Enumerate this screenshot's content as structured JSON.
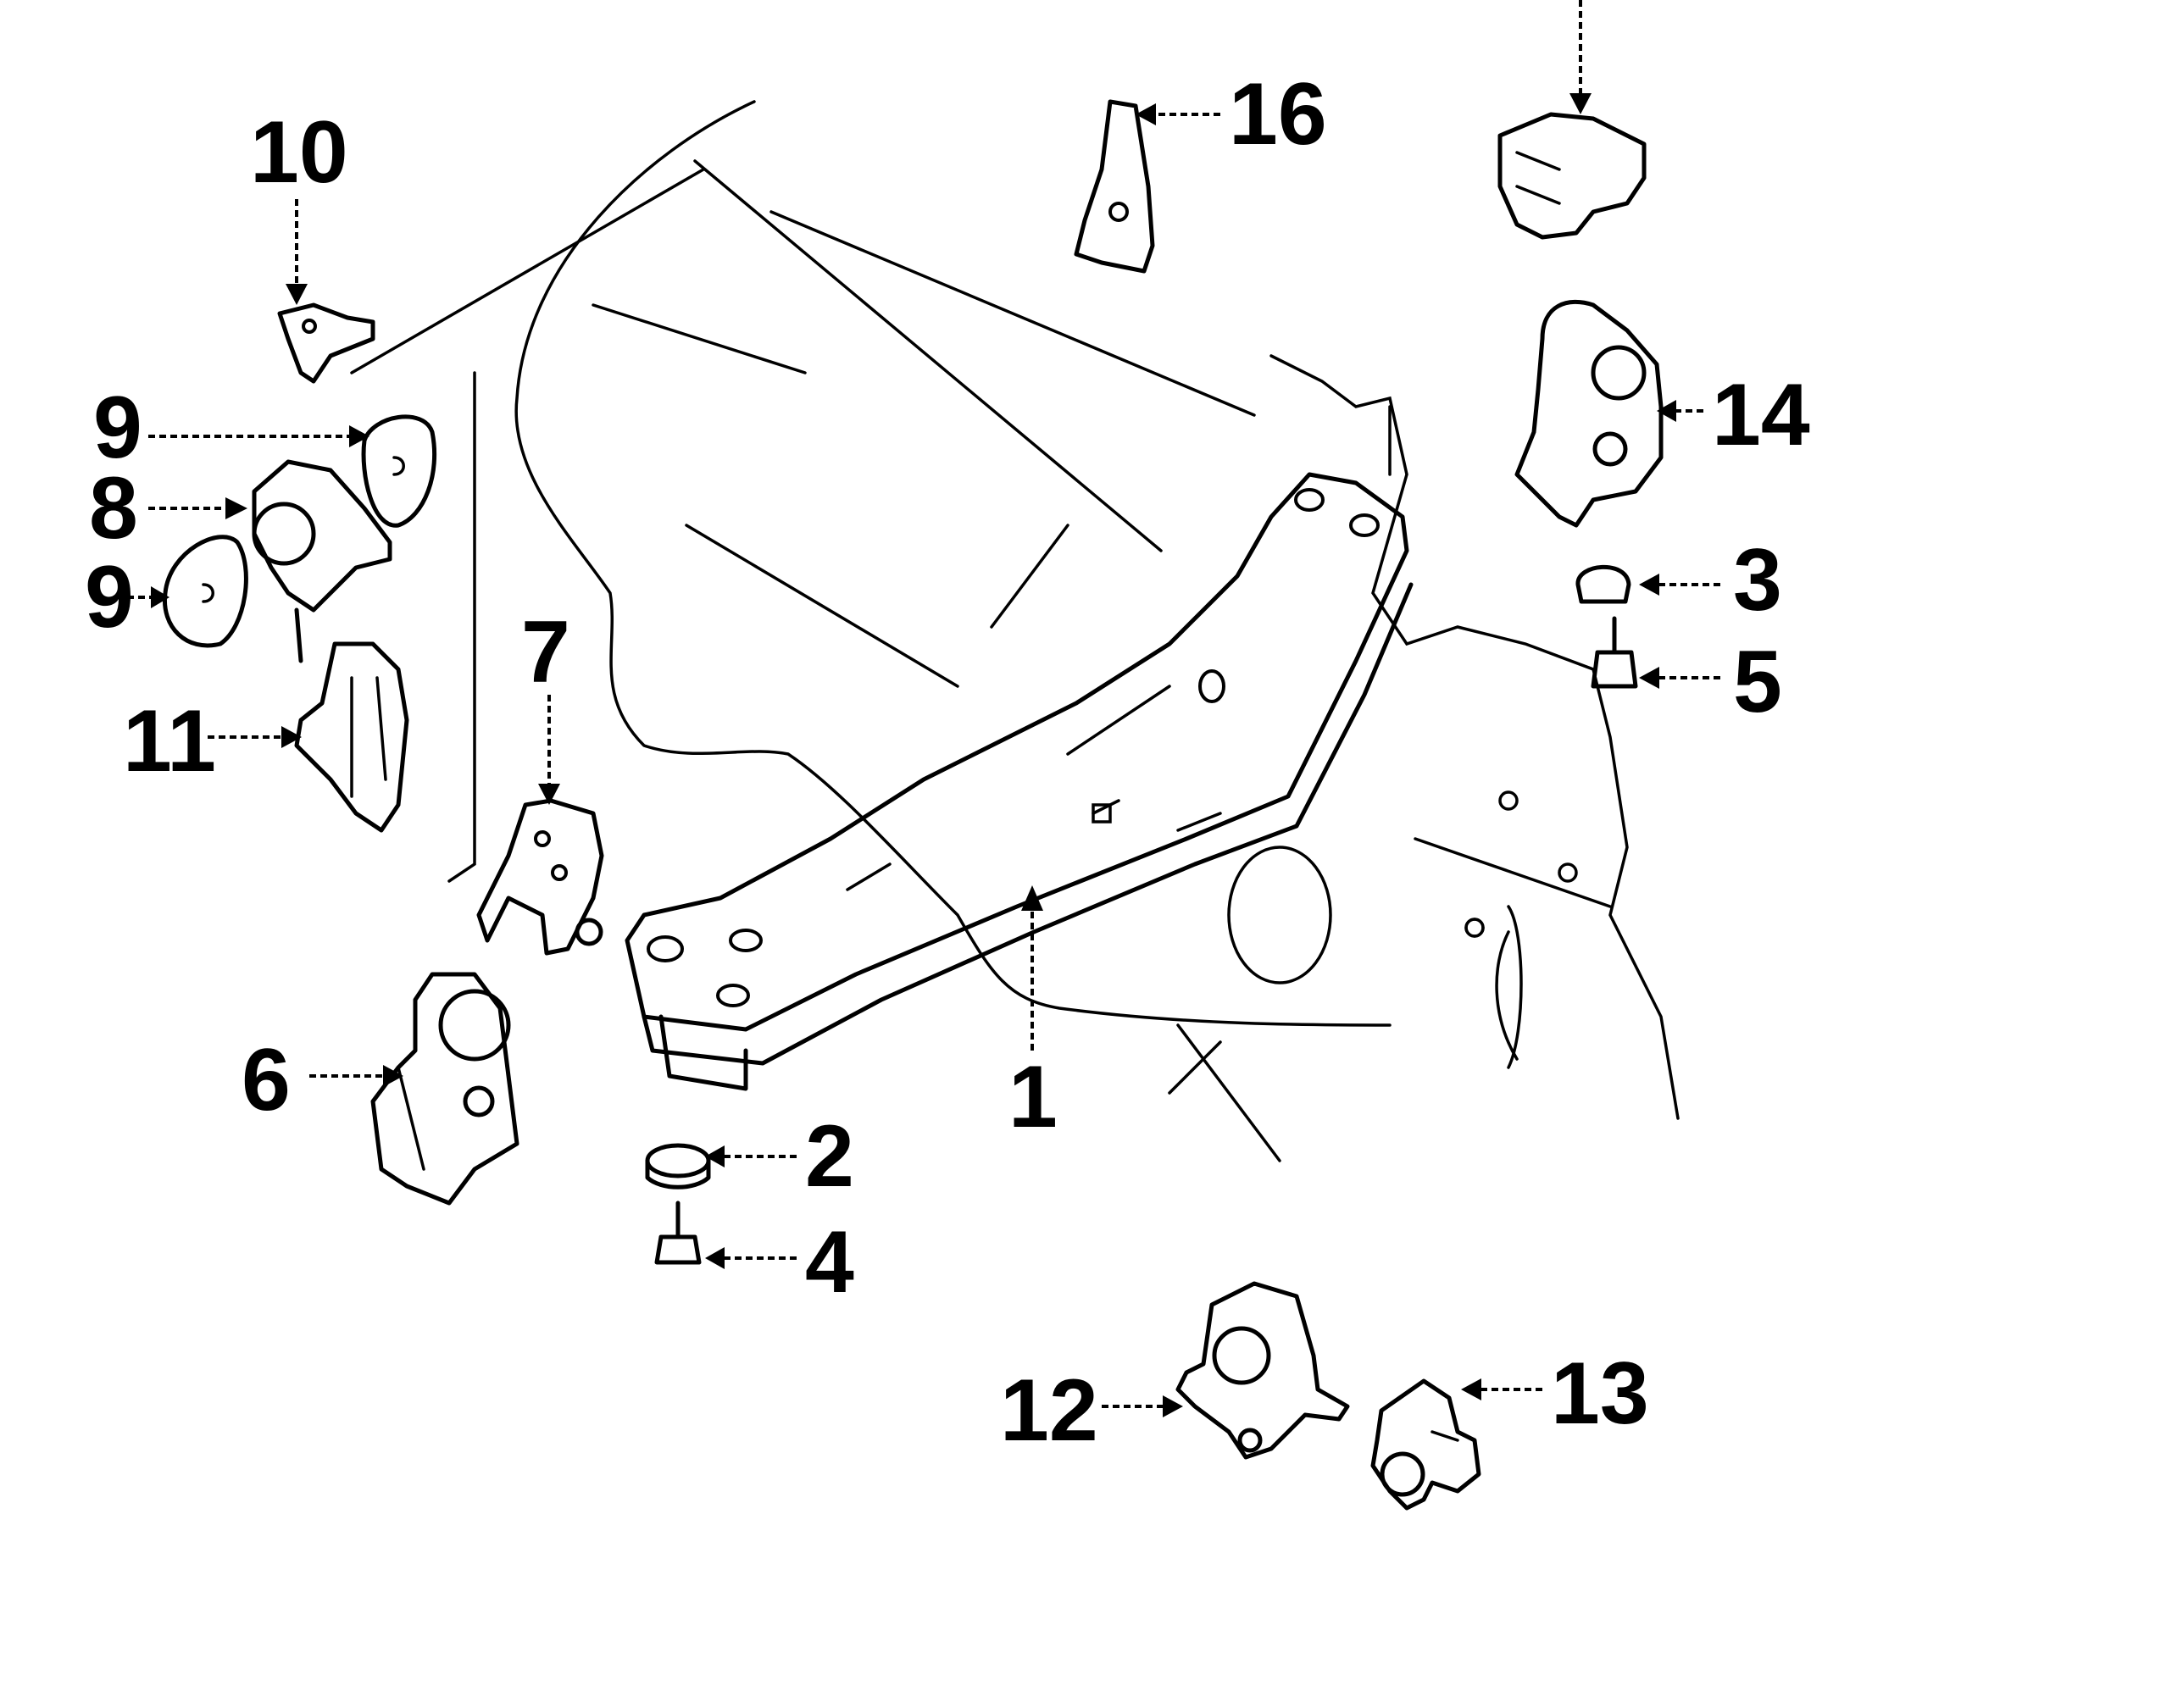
{
  "diagram": {
    "callouts": {
      "c1": "1",
      "c2": "2",
      "c3": "3",
      "c4": "4",
      "c5": "5",
      "c6": "6",
      "c7": "7",
      "c8": "8",
      "c9a": "9",
      "c9b": "9",
      "c10": "10",
      "c11": "11",
      "c12": "12",
      "c13": "13",
      "c14": "14",
      "c16": "16"
    }
  }
}
